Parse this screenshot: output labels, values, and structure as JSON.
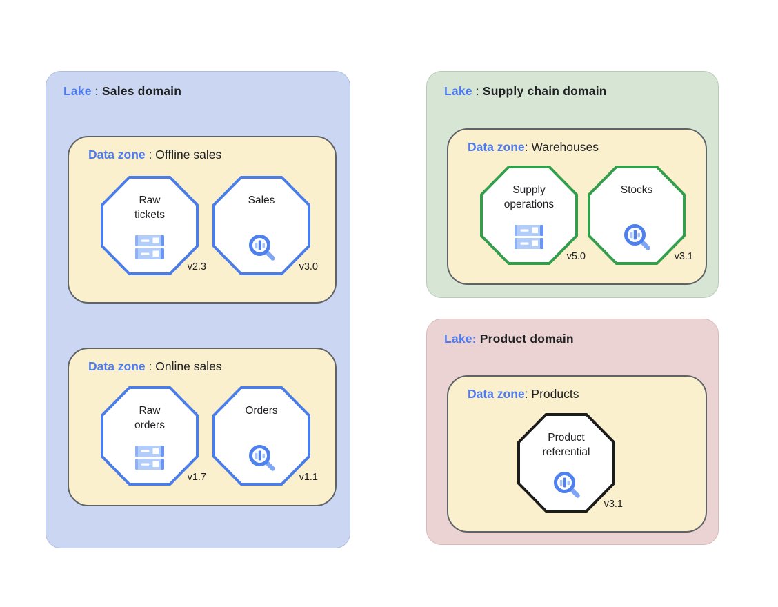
{
  "colors": {
    "accent_blue": "#4e7cf0",
    "text_dark": "#202124",
    "zone_fill": "#faf0ce",
    "zone_border": "#5f6368",
    "entity_fill": "#ffffff",
    "entity_blue_border": "#4b7de9",
    "entity_green_border": "#349e4d",
    "entity_black_border": "#1b1b1b",
    "icon_light_blue": "#b3cdfa",
    "icon_blue": "#4e80ee",
    "icon_handle_blue": "#7ea6f4"
  },
  "lakes": [
    {
      "prefix": "Lake",
      "sep": " : ",
      "name": "Sales domain",
      "fill": "#cbd7f2",
      "border": "#aebcdf",
      "zones": [
        {
          "prefix": "Data zone",
          "sep": " : ",
          "name": "Offline sales",
          "fill": "#faf0ce",
          "border": "#5f6368",
          "entities": [
            {
              "line1": "Raw",
              "line2": "tickets",
              "icon": "storage-icon",
              "version": "v2.3",
              "border": "#4b7de9"
            },
            {
              "line1": "Sales",
              "icon": "search-insights-icon",
              "version": "v3.0",
              "border": "#4b7de9"
            }
          ]
        },
        {
          "prefix": "Data zone",
          "sep": " : ",
          "name": "Online sales",
          "fill": "#faf0ce",
          "border": "#5f6368",
          "entities": [
            {
              "line1": "Raw",
              "line2": "orders",
              "icon": "storage-icon",
              "version": "v1.7",
              "border": "#4b7de9"
            },
            {
              "line1": "Orders",
              "icon": "search-insights-icon",
              "version": "v1.1",
              "border": "#4b7de9"
            }
          ]
        }
      ]
    },
    {
      "prefix": "Lake",
      "sep": " : ",
      "name": "Supply chain domain",
      "fill": "#d6e5d4",
      "border": "#b9cbb8",
      "zones": [
        {
          "prefix": "Data zone",
          "sep": ": ",
          "name": "Warehouses",
          "fill": "#faf0ce",
          "border": "#5f6368",
          "entities": [
            {
              "line1": "Supply",
              "line2": "operations",
              "icon": "storage-icon",
              "version": "v5.0",
              "border": "#349e4d"
            },
            {
              "line1": "Stocks",
              "icon": "search-insights-icon",
              "version": "v3.1",
              "border": "#349e4d"
            }
          ]
        }
      ]
    },
    {
      "prefix": "Lake:",
      "sep": " ",
      "name": "Product domain",
      "fill": "#ecd3d3",
      "border": "#d6b9b9",
      "zones": [
        {
          "prefix": "Data zone",
          "sep": ": ",
          "name": "Products",
          "fill": "#faf0ce",
          "border": "#5f6368",
          "entities": [
            {
              "line1": "Product",
              "line2": "referential",
              "icon": "search-insights-icon",
              "version": "v3.1",
              "border": "#1b1b1b"
            }
          ]
        }
      ]
    }
  ]
}
